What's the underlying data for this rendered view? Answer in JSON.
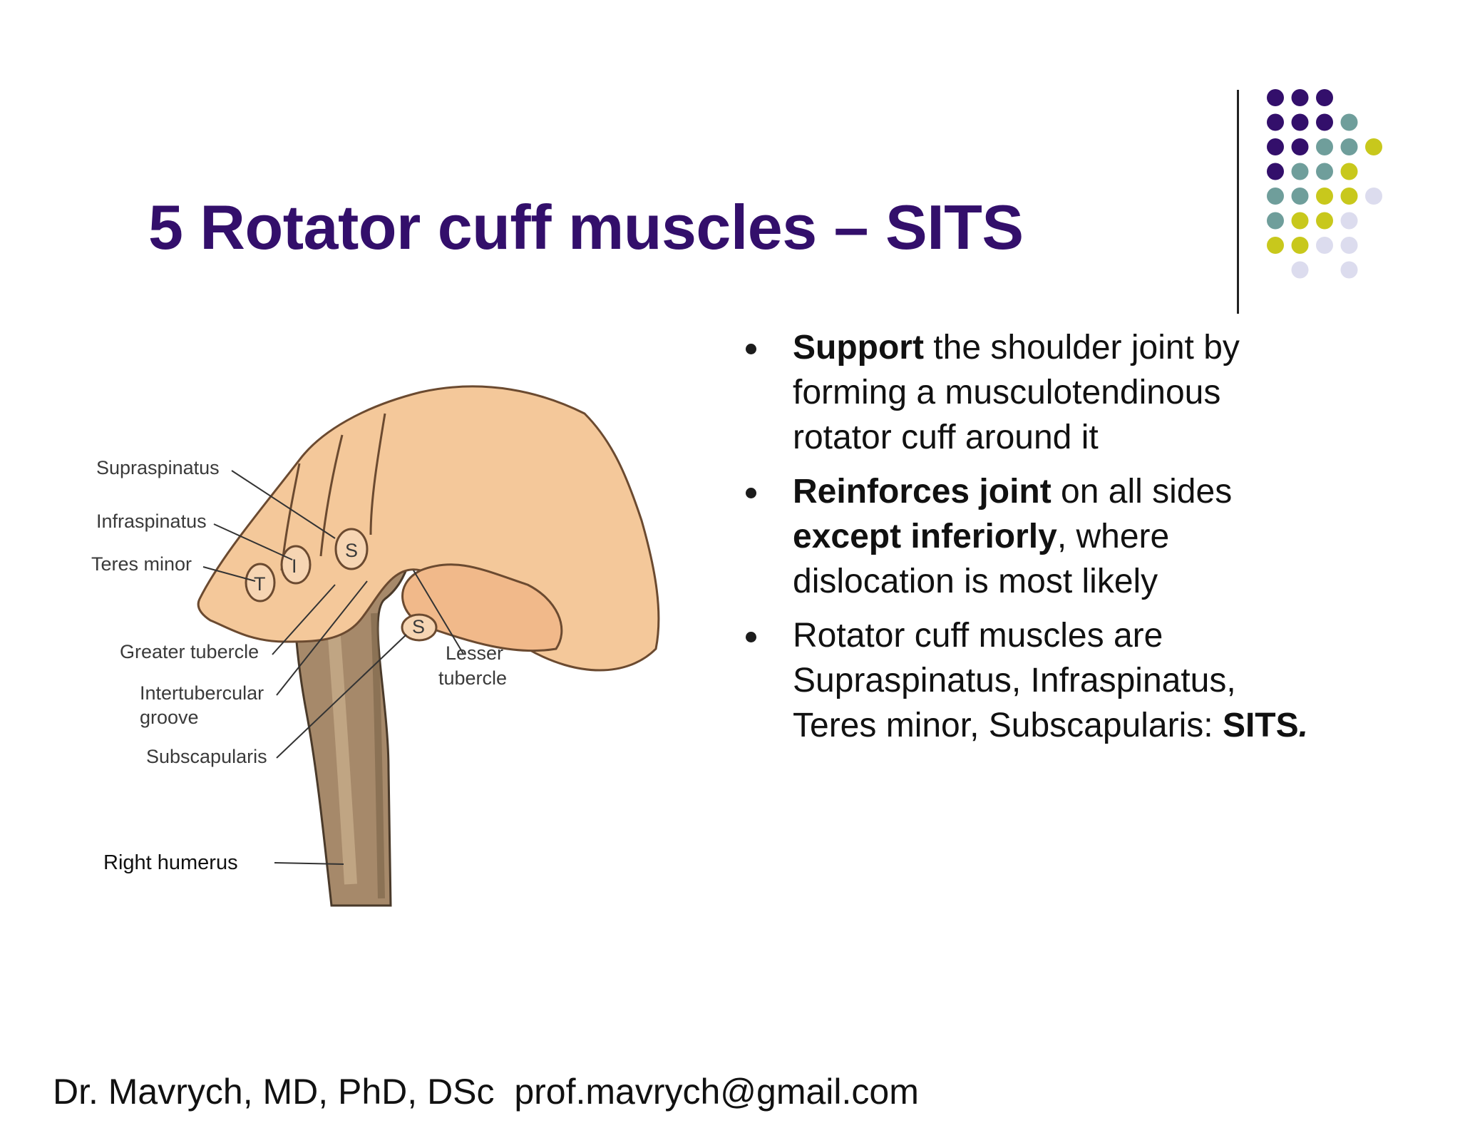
{
  "slide": {
    "title": "5 Rotator cuff muscles – SITS",
    "footer": "Dr. Mavrych, MD, PhD, DSc  prof.mavrych@gmail.com"
  },
  "theme": {
    "title_color": "#330f6b",
    "dot_colors": [
      "#330f6b",
      "#6f9e9b",
      "#c8c81c",
      "#dcdcee"
    ]
  },
  "illustration": {
    "labels": {
      "supraspinatus": "Supraspinatus",
      "infraspinatus": "Infraspinatus",
      "teres_minor": "Teres minor",
      "greater_tubercle": "Greater tubercle",
      "intertubercular_1": "Intertubercular",
      "intertubercular_2": "groove",
      "subscapularis": "Subscapularis",
      "lesser_1": "Lesser",
      "lesser_2": "tubercle",
      "right_humerus": "Right humerus"
    },
    "finger_letters": {
      "t": "T",
      "i": "I",
      "s": "S",
      "s2": "S"
    }
  },
  "bullets": [
    {
      "bold1": "Support",
      "text1": " the shoulder joint by forming a musculotendinous rotator cuff around it"
    },
    {
      "bold1": "Reinforces joint",
      "text1": " on all sides ",
      "bold2": "except inferiorly",
      "text2": ", where dislocation is most likely"
    },
    {
      "text1": "Rotator cuff muscles are Supraspinatus, Infraspinatus, Teres minor, Subscapularis: ",
      "bold2": "SITS",
      "emph": "."
    }
  ]
}
